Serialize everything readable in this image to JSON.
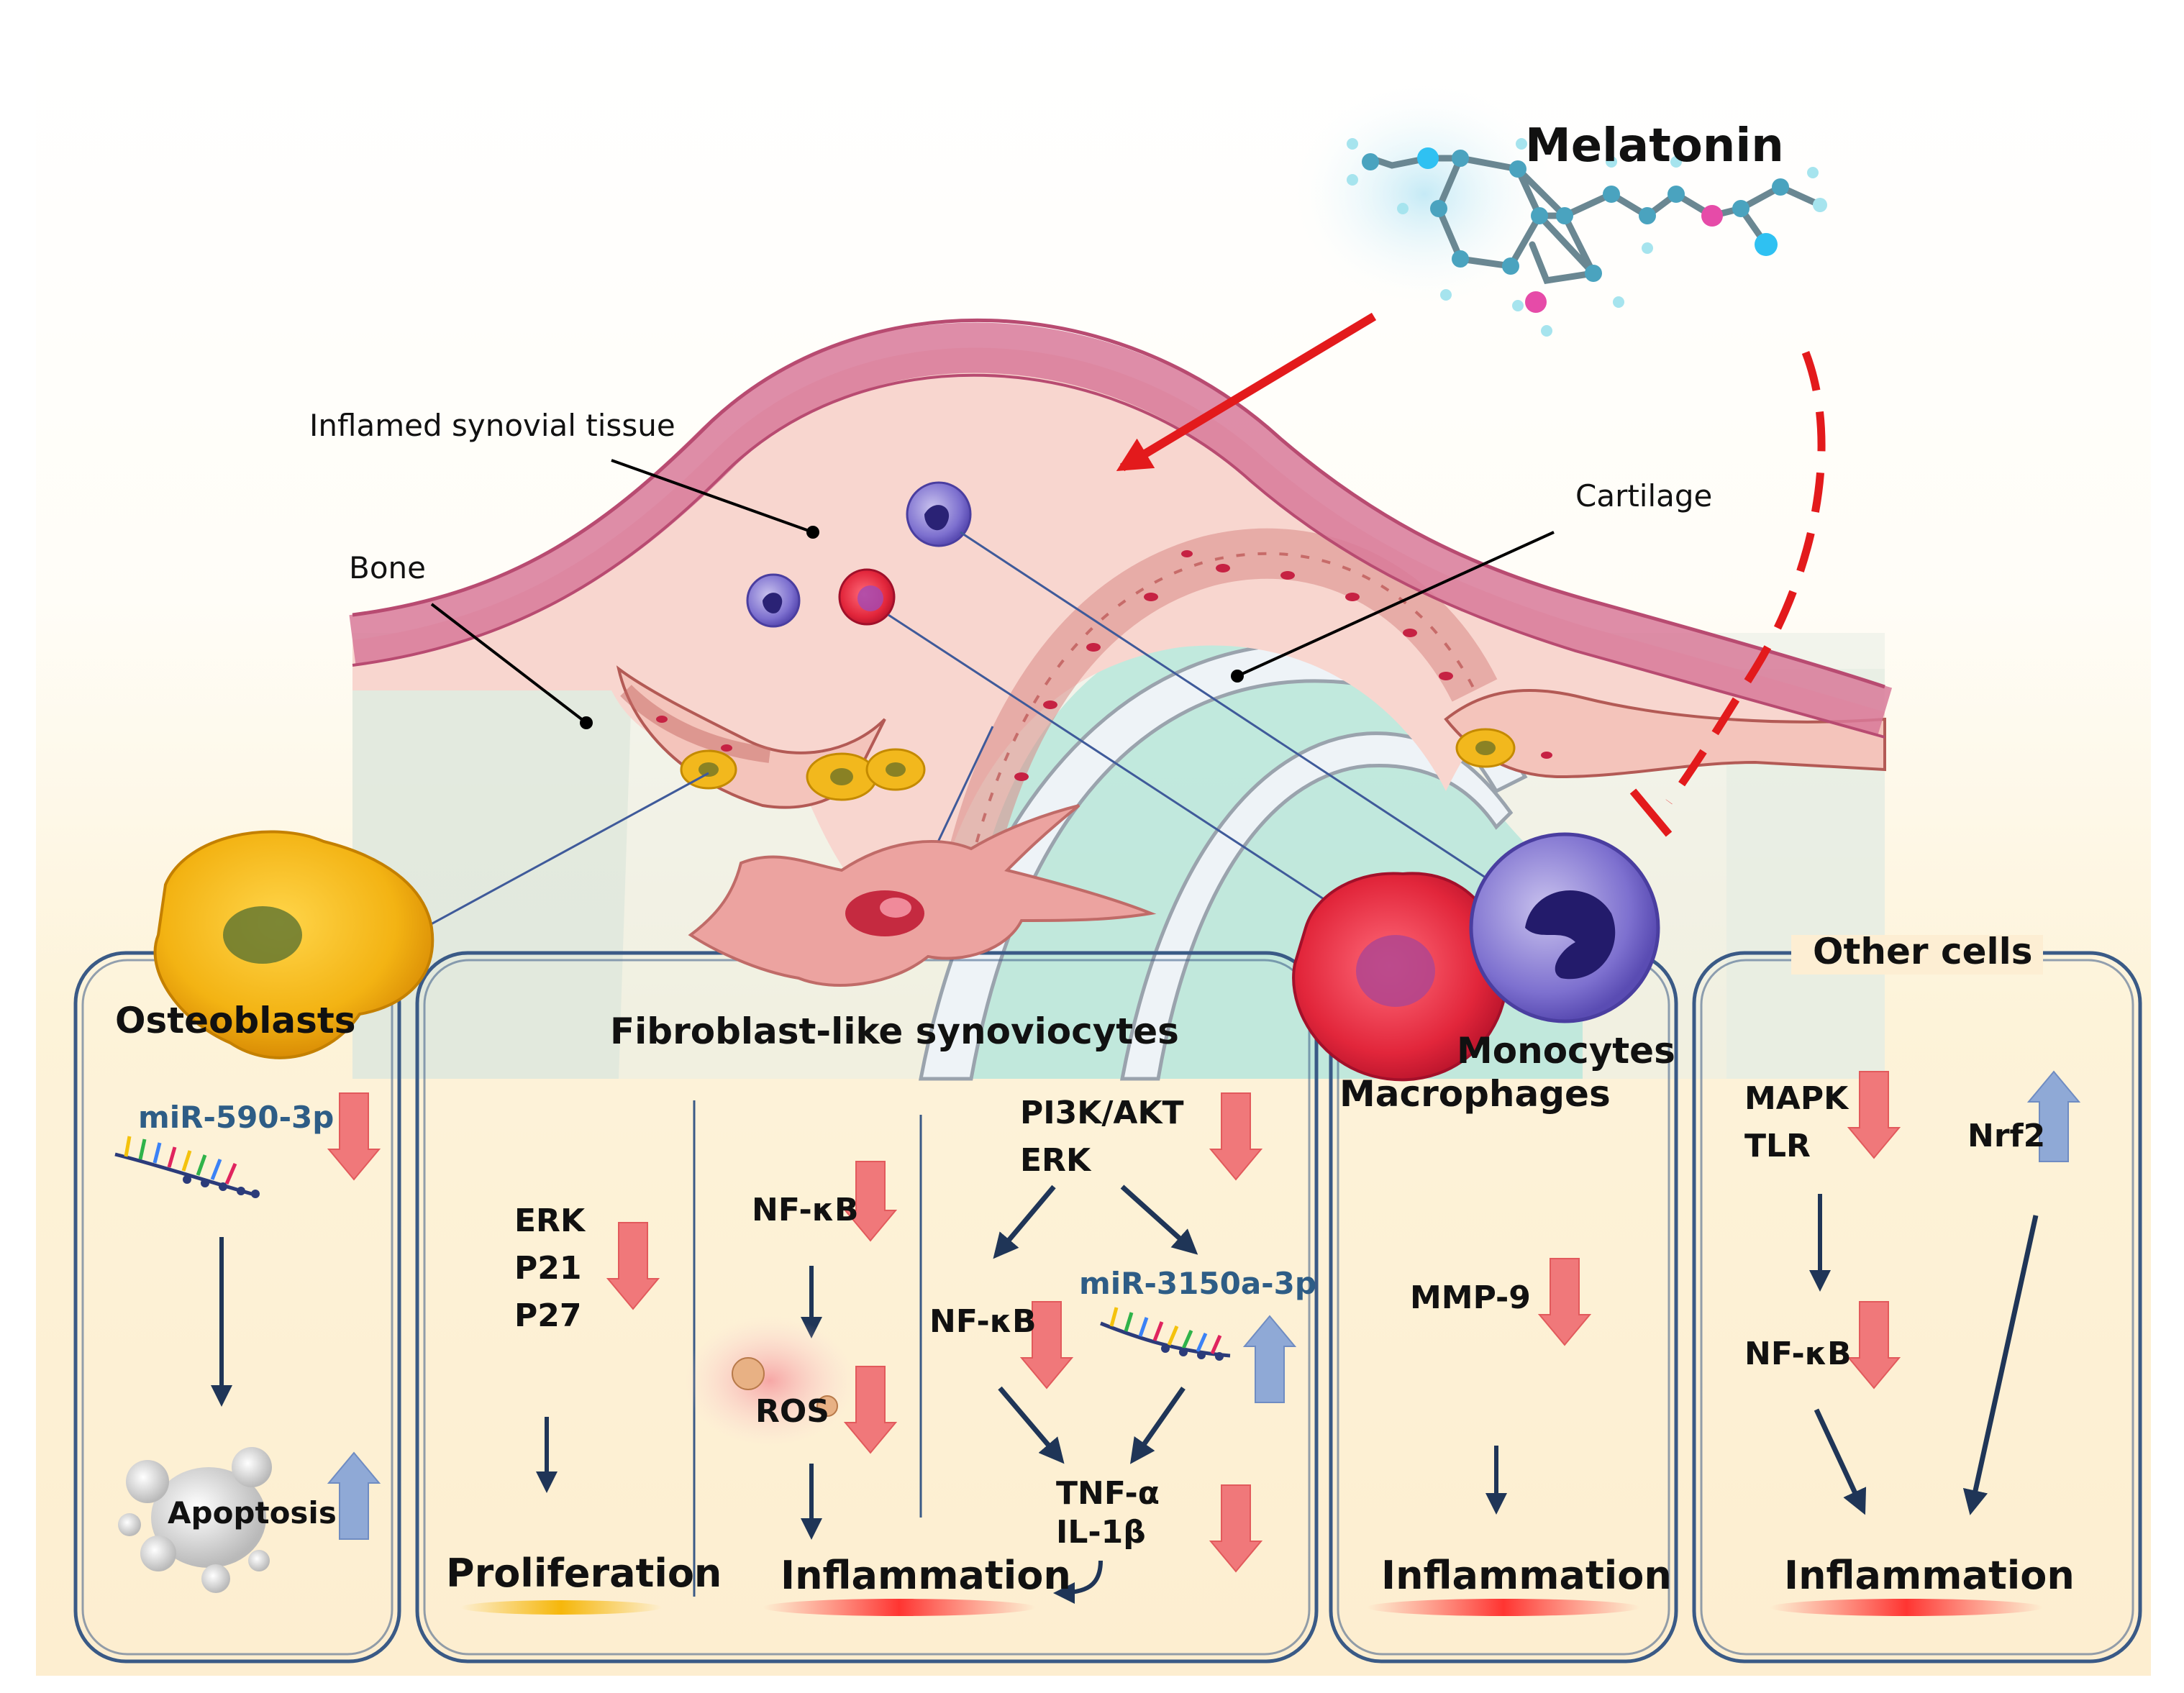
{
  "title": "Melatonin",
  "labels": {
    "inflamed_synovial_tissue": "Inflamed synovial tissue",
    "bone": "Bone",
    "cartilage": "Cartilage"
  },
  "panels": {
    "osteoblasts": {
      "title": "Osteoblasts",
      "mirna": "miR-590-3p",
      "mirna_change": "down",
      "outcome": "Apoptosis",
      "outcome_change": "up"
    },
    "fls": {
      "title": "Fibroblast-like synoviocytes",
      "col1": {
        "markers": [
          "ERK",
          "P21",
          "P27"
        ],
        "change": "down",
        "outcome": "Proliferation"
      },
      "col2": {
        "nfkb": "NF-κB",
        "ros": "ROS",
        "outcome": "Inflammation"
      },
      "col3": {
        "upstream": [
          "PI3K/AKT",
          "ERK"
        ],
        "nfkb": "NF-κB",
        "mirna": "miR-3150a-3p",
        "mirna_change": "up",
        "cytokines": [
          "TNF-α",
          "IL-1β"
        ]
      }
    },
    "mono_macro": {
      "title_monocytes": "Monocytes",
      "title_macrophages": "Macrophages",
      "marker": "MMP-9",
      "outcome": "Inflammation"
    },
    "other": {
      "title": "Other cells",
      "markers": [
        "MAPK",
        "TLR"
      ],
      "nrf2": "Nrf2",
      "nfkb": "NF-κB",
      "outcome": "Inflammation"
    }
  },
  "colors": {
    "down_arrow": "#f0787a",
    "up_arrow": "#8fa9d6",
    "box_border": "#3a5a86",
    "pathway_arrow": "#1f3557",
    "melatonin_arrow": "#e31a1c"
  }
}
